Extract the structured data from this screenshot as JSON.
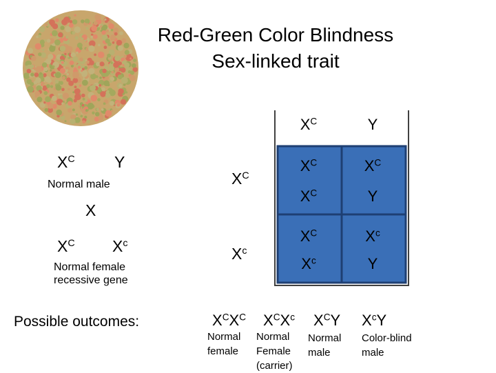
{
  "title": {
    "line1": "Red-Green Color Blindness",
    "line2": "Sex-linked trait"
  },
  "colors": {
    "plate_bg": "#c8a66c",
    "plate_green": "#a4a95e",
    "plate_red": "#d4725a",
    "grid_fill": "#3a6fb7",
    "grid_line": "#1e3f73",
    "frame": "#404040"
  },
  "icons": {
    "plate": "ishihara-color-test-plate"
  },
  "male": {
    "allele1": {
      "base": "X",
      "sup": "C"
    },
    "allele2": "Y",
    "caption": "Normal male"
  },
  "cross_symbol": "X",
  "female": {
    "allele1": {
      "base": "X",
      "sup": "C"
    },
    "allele2": {
      "base": "X",
      "sup": "c"
    },
    "caption_line1": "Normal female",
    "caption_line2": "recessive gene"
  },
  "outcomes_label": "Possible outcomes:",
  "punnett": {
    "col_headers": [
      {
        "base": "X",
        "sup": "C"
      },
      {
        "base": "Y",
        "sup": ""
      }
    ],
    "row_headers": [
      {
        "base": "X",
        "sup": "C"
      },
      {
        "base": "X",
        "sup": "c"
      }
    ],
    "cells": [
      [
        {
          "top": {
            "base": "X",
            "sup": "C"
          },
          "bottom": {
            "base": "X",
            "sup": "C"
          }
        },
        {
          "top": {
            "base": "X",
            "sup": "C"
          },
          "bottom": {
            "base": "Y",
            "sup": ""
          }
        }
      ],
      [
        {
          "top": {
            "base": "X",
            "sup": "C"
          },
          "bottom": {
            "base": "X",
            "sup": "c"
          }
        },
        {
          "top": {
            "base": "X",
            "sup": "c"
          },
          "bottom": {
            "base": "Y",
            "sup": ""
          }
        }
      ]
    ]
  },
  "outcomes": [
    {
      "genotype": [
        {
          "base": "X",
          "sup": "C"
        },
        {
          "base": "X",
          "sup": "C"
        }
      ],
      "line1": "Normal",
      "line2": "female",
      "line3": ""
    },
    {
      "genotype": [
        {
          "base": "X",
          "sup": "C"
        },
        {
          "base": "X",
          "sup": "c"
        }
      ],
      "line1": "Normal",
      "line2": "Female",
      "line3": "(carrier)"
    },
    {
      "genotype": [
        {
          "base": "X",
          "sup": "C"
        },
        {
          "base": "Y",
          "sup": ""
        }
      ],
      "line1": "Normal",
      "line2": "male",
      "line3": ""
    },
    {
      "genotype": [
        {
          "base": "X",
          "sup": "c"
        },
        {
          "base": "Y",
          "sup": ""
        }
      ],
      "line1": "Color-blind",
      "line2": "male",
      "line3": ""
    }
  ]
}
